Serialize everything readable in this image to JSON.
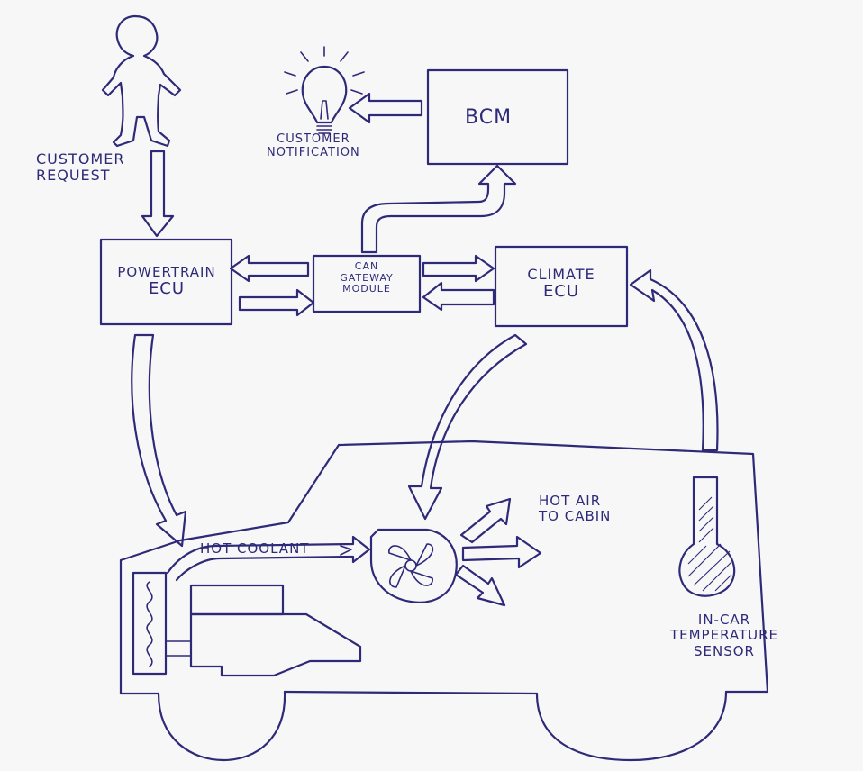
{
  "labels": {
    "customer_request": [
      "Customer",
      "Request"
    ],
    "customer_notification": [
      "Customer",
      "Notification"
    ],
    "bcm": "BCM",
    "powertrain_ecu": [
      "Powertrain",
      "ECU"
    ],
    "can_gateway": [
      "CAN",
      "Gateway",
      "Module"
    ],
    "climate_ecu": [
      "Climate",
      "ECU"
    ],
    "hot_coolant": "Hot Coolant",
    "hot_air": [
      "Hot Air",
      "To Cabin"
    ],
    "in_car_sensor": [
      "In-Car",
      "Temperature",
      "Sensor"
    ]
  },
  "colors": {
    "ink": "#2e2a78",
    "paper": "#f7f7f8"
  }
}
